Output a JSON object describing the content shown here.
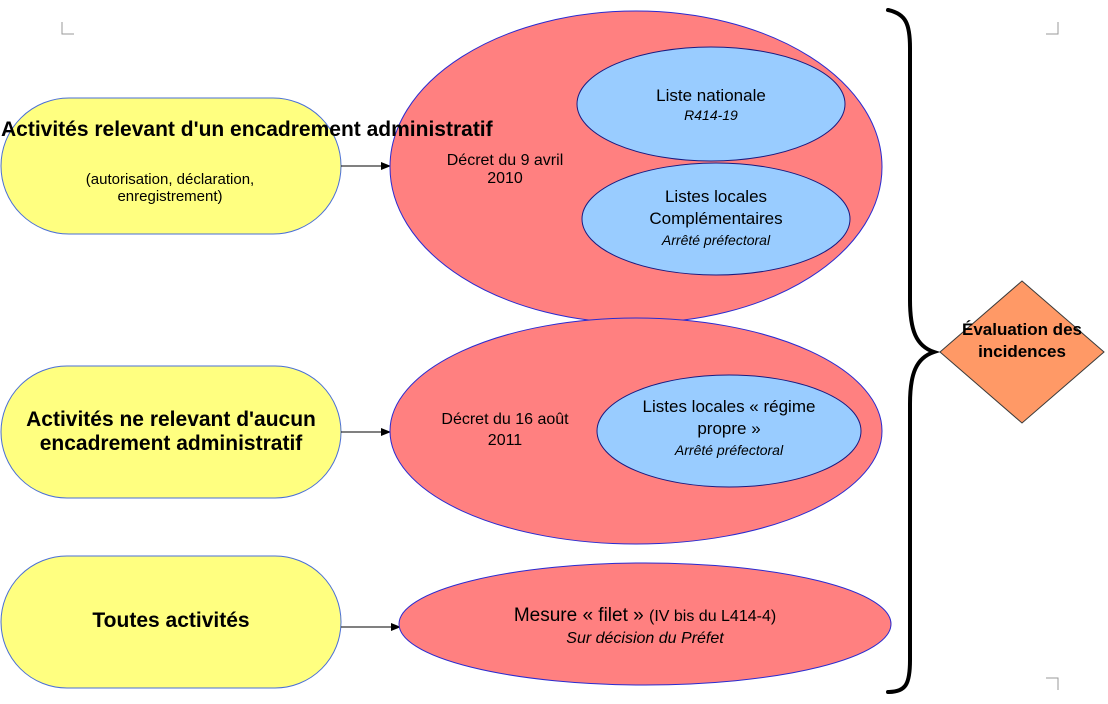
{
  "colors": {
    "pill_fill": "#ffff80",
    "pill_border": "#4a6fd6",
    "ellipse_fill": "#ff8080",
    "ellipse_border": "#2a2ad0",
    "inner_fill": "#99ccff",
    "inner_border": "#1a1a80",
    "diamond_fill": "#ff9966",
    "diamond_border": "#3a3a3a",
    "brace_color": "#000000"
  },
  "pills": [
    {
      "title": "Activités relevant d'un encadrement administratif",
      "subtitle": "(autorisation, déclaration, enregistrement)"
    },
    {
      "title": "Activités ne relevant d'aucun encadrement administratif"
    },
    {
      "title": "Toutes activités"
    }
  ],
  "ellipses": {
    "e1": {
      "label": "Décret du 9 avril 2010",
      "inner1": {
        "title": "Liste nationale",
        "subtitle": "R414-19"
      },
      "inner2": {
        "title": "Listes locales Complémentaires",
        "subtitle": "Arrêté préfectoral"
      }
    },
    "e2": {
      "label": "Décret du 16 août 2011",
      "inner": {
        "title": "Listes locales « régime propre »",
        "subtitle": "Arrêté préfectoral"
      }
    },
    "e3": {
      "title": "Mesure « filet »",
      "title_note": "(IV bis du L414-4)",
      "subtitle": "Sur décision du Préfet"
    }
  },
  "diamond": {
    "label": "Évaluation des incidences"
  }
}
